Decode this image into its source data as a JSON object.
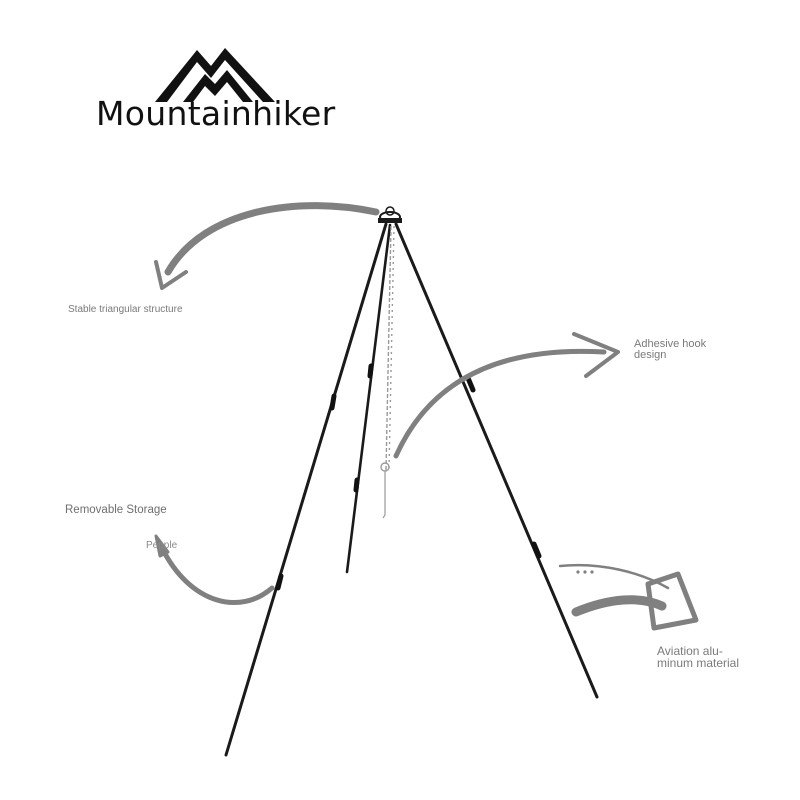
{
  "brand": {
    "name": "Mountainhiker",
    "logo_icon": "mountain-peaks-icon"
  },
  "callouts": {
    "stable": "Stable triangular structure",
    "hook_line1": "Adhesive hook",
    "hook_line2": "design",
    "storage": "Removable Storage",
    "storage_sub": "Pepple",
    "aviation_line1": "Aviation alu-",
    "aviation_line2": "minum material"
  },
  "colors": {
    "brand_text": "#111111",
    "callout_text": "#7a7a7a",
    "arrow": "#808080",
    "tripod": "#1a1a1a",
    "chain": "#9a9a9a"
  }
}
